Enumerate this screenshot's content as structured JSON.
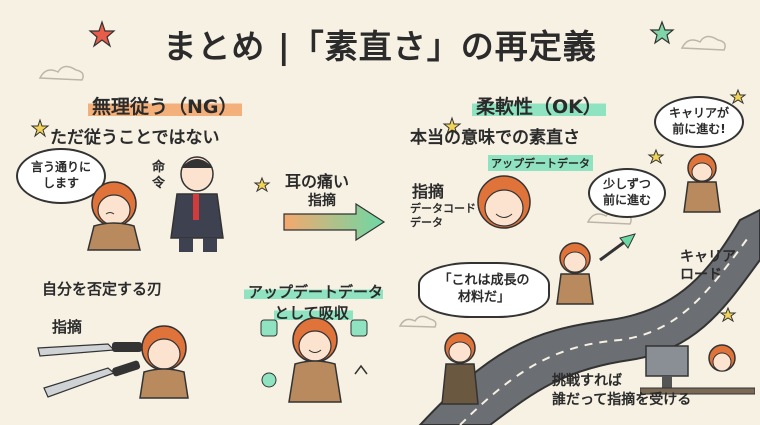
{
  "title": "まとめ |「素直さ」の再定義",
  "left": {
    "header": "無理従う（NG）",
    "subheader": "ただ従うことではない",
    "speech": "言う通りに\nします",
    "command": "命\n令",
    "self_label": "自分を否定する刃",
    "knife_label": "指摘"
  },
  "middle": {
    "arrow_top": "耳の痛い",
    "arrow_sub": "指摘",
    "absorb_label": "アップデートデータ\nとして吸収"
  },
  "right": {
    "header": "柔軟性（OK）",
    "subheader": "本当の意味での素直さ",
    "update_label": "アップデートデータ",
    "indicate_label": "指摘",
    "datacode_label": "データコード\nデータ",
    "career_top": "キャリアが\n前に進む!",
    "step_bubble": "少しずつ\n前に進む",
    "growth_bubble": "「これは成長の\n材料だ」",
    "road_label": "キャリア\nロード",
    "challenge_label": "挑戦すれば\n誰だって指摘を受ける"
  },
  "colors": {
    "background": "#f7f1e4",
    "accent_orange": "#f4b07a",
    "accent_green": "#8fe3c0",
    "hair": "#e0733a",
    "road": "#6b6e72"
  }
}
